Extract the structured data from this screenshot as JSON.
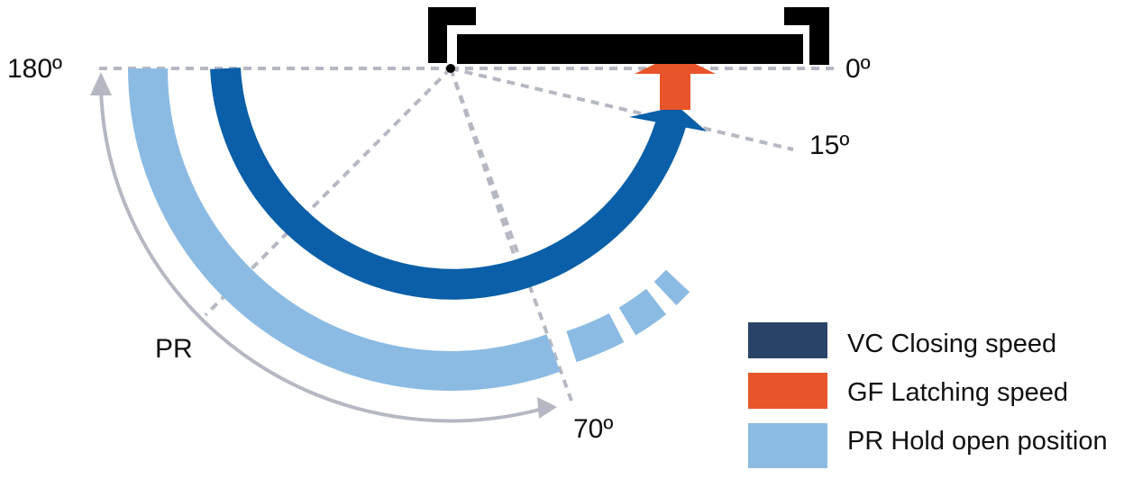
{
  "angles": {
    "a0": "0º",
    "a15": "15º",
    "a70": "70º",
    "a180": "180º"
  },
  "range_label": "PR",
  "legend": [
    {
      "key": "vc",
      "label": "VC Closing speed",
      "color": "#2a4468"
    },
    {
      "key": "gf",
      "label": "GF Latching speed",
      "color": "#e8552a"
    },
    {
      "key": "pr",
      "label": "PR  Hold open position",
      "color": "#8bbbe3"
    }
  ],
  "colors": {
    "door": "#000000",
    "closing_arc": "#0a5fa8",
    "latching_arrow": "#e8552a",
    "hold_open_band": "#8bbbe3",
    "guide_lines": "#b5b8c2",
    "range_arrow": "#b5b8c2"
  }
}
